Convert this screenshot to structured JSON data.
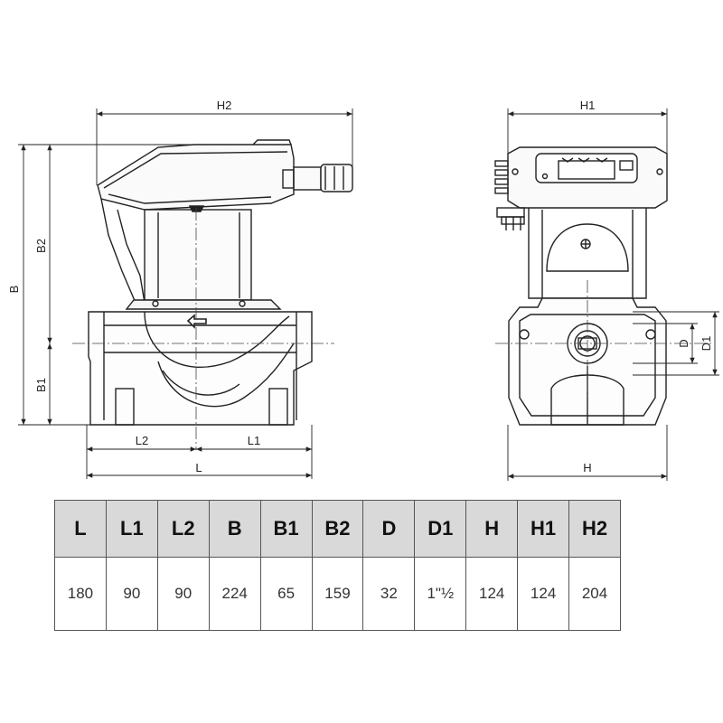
{
  "dimension_labels": {
    "h2": "H2",
    "b": "B",
    "b2": "B2",
    "b1": "B1",
    "l2": "L2",
    "l1": "L1",
    "l": "L",
    "h1": "H1",
    "h": "H",
    "d": "D",
    "d1": "D1"
  },
  "table": {
    "headers": [
      "L",
      "L1",
      "L2",
      "B",
      "B1",
      "B2",
      "D",
      "D1",
      "H",
      "H1",
      "H2"
    ],
    "values": [
      "180",
      "90",
      "90",
      "224",
      "65",
      "159",
      "32",
      "1\"½",
      "124",
      "124",
      "204"
    ]
  }
}
